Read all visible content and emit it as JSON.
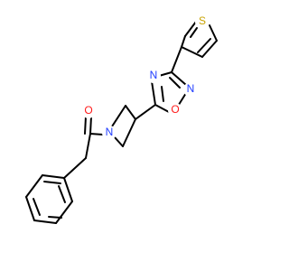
{
  "structure": {
    "atoms": {
      "thiophene_S": {
        "symbol": "S",
        "color": "#c8a200"
      },
      "oxadiazole_N_top": {
        "symbol": "N",
        "color": "#1f3cff"
      },
      "oxadiazole_N_right": {
        "symbol": "N",
        "color": "#1f3cff"
      },
      "oxadiazole_O": {
        "symbol": "O",
        "color": "#ff1a1a"
      },
      "carbonyl_O": {
        "symbol": "O",
        "color": "#ff1a1a"
      },
      "azetidine_N": {
        "symbol": "N",
        "color": "#1f3cff"
      }
    },
    "bond_color": "#000000"
  }
}
